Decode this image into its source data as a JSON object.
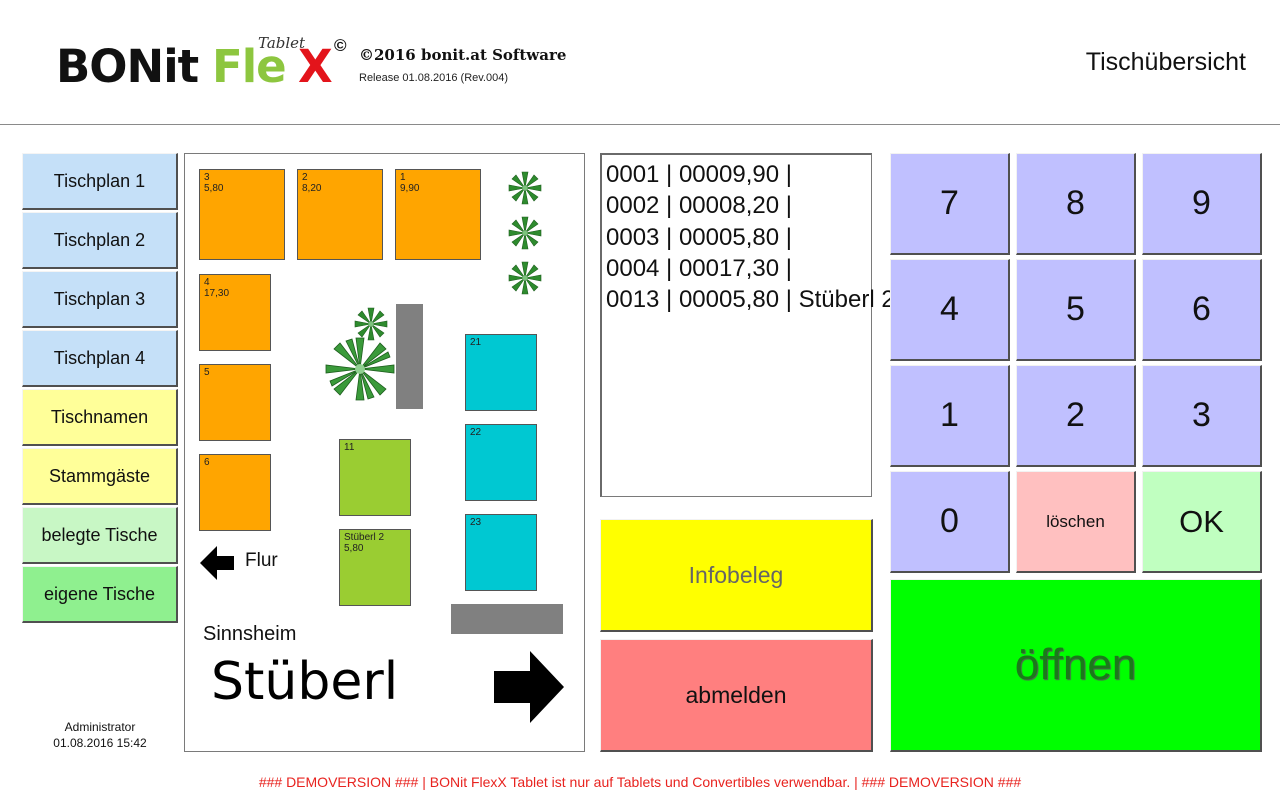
{
  "header": {
    "logo": {
      "part1": "BONit",
      "part2": "Fle",
      "part3": "X",
      "superscript": "Tablet",
      "copyright_mark": "©"
    },
    "copyright": "©2016 bonit.at Software",
    "release": "Release 01.08.2016 (Rev.004)",
    "screen_title": "Tischübersicht"
  },
  "sidebar": {
    "items": [
      {
        "label": "Tischplan 1",
        "color": "#c5e0f8"
      },
      {
        "label": "Tischplan 2",
        "color": "#c5e0f8"
      },
      {
        "label": "Tischplan 3",
        "color": "#c5e0f8"
      },
      {
        "label": "Tischplan 4",
        "color": "#c5e0f8"
      },
      {
        "label": "Tischnamen",
        "color": "#ffff99"
      },
      {
        "label": "Stammgäste",
        "color": "#ffff99"
      },
      {
        "label": "belegte Tische",
        "color": "#c8f7c5"
      },
      {
        "label": "eigene Tische",
        "color": "#8ff08f"
      }
    ],
    "user": "Administrator",
    "datetime": "01.08.2016 15:42"
  },
  "floorplan": {
    "tables": [
      {
        "name": "3",
        "amount": "5,80",
        "color": "#ffa500"
      },
      {
        "name": "2",
        "amount": "8,20",
        "color": "#ffa500"
      },
      {
        "name": "1",
        "amount": "9,90",
        "color": "#ffa500"
      },
      {
        "name": "4",
        "amount": "17,30",
        "color": "#ffa500"
      },
      {
        "name": "5",
        "amount": "",
        "color": "#ffa500"
      },
      {
        "name": "6",
        "amount": "",
        "color": "#ffa500"
      },
      {
        "name": "11",
        "amount": "",
        "color": "#9acd32"
      },
      {
        "name": "Stüberl 2",
        "amount": "5,80",
        "color": "#9acd32"
      },
      {
        "name": "21",
        "amount": "",
        "color": "#00c8d2"
      },
      {
        "name": "22",
        "amount": "",
        "color": "#00c8d2"
      },
      {
        "name": "23",
        "amount": "",
        "color": "#00c8d2"
      }
    ],
    "flur_label": "Flur",
    "location_label": "Sinnsheim",
    "plan_name": "Stüberl",
    "icons": {
      "flur": "arrow-left-icon",
      "next": "arrow-right-icon",
      "plants": "plant-icon"
    }
  },
  "table_list": {
    "items": [
      "0001 | 00009,90 |",
      "0002 | 00008,20 |",
      "0003 | 00005,80 |",
      "0004 | 00017,30 |",
      "0013 | 00005,80 | Stüberl 2"
    ]
  },
  "actions": {
    "infobeleg": "Infobeleg",
    "abmelden": "abmelden",
    "open": "öffnen"
  },
  "keypad": {
    "keys": [
      "7",
      "8",
      "9",
      "4",
      "5",
      "6",
      "1",
      "2",
      "3",
      "0"
    ],
    "clear": "löschen",
    "ok": "OK"
  },
  "footer": {
    "demo_notice": "### DEMOVERSION ### | BONit FlexX Tablet ist nur auf Tablets und Convertibles verwendbar. | ### DEMOVERSION ###"
  },
  "colors": {
    "brand_green": "#8dc63f",
    "brand_red": "#e3141b",
    "keypad": "#c0c0ff",
    "open": "#00ff00",
    "demo_text": "#e8231f"
  }
}
